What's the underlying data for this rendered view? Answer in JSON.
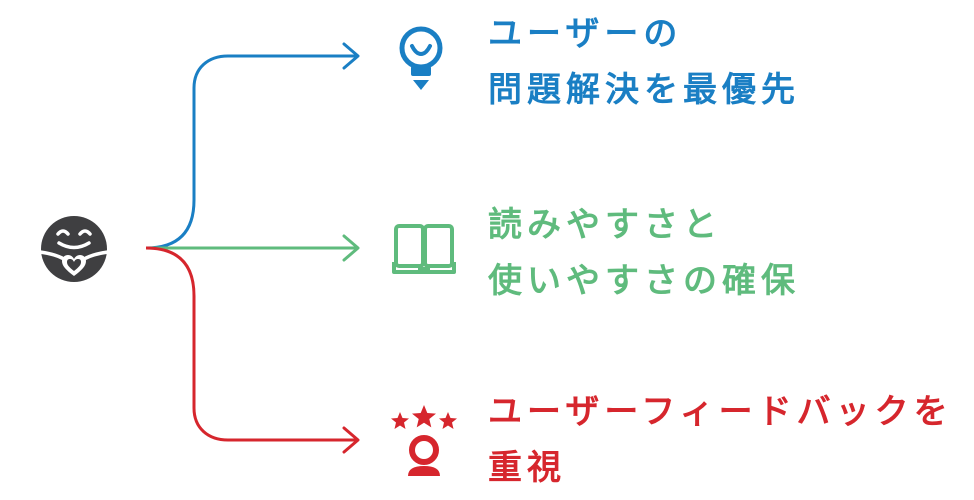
{
  "colors": {
    "blue": "#1a7fc4",
    "green": "#5fbb7d",
    "red": "#d6262d",
    "hub": "#3f3f41"
  },
  "hub": {
    "icon": "hugging-face-icon"
  },
  "branches": [
    {
      "icon": "lightbulb-icon",
      "lines": [
        "ユーザーの",
        "問題解決を最優先"
      ]
    },
    {
      "icon": "open-book-icon",
      "lines": [
        "読みやすさと",
        "使いやすさの確保"
      ]
    },
    {
      "icon": "star-rating-person-icon",
      "lines": [
        "ユーザーフィードバックを",
        "重視"
      ]
    }
  ]
}
